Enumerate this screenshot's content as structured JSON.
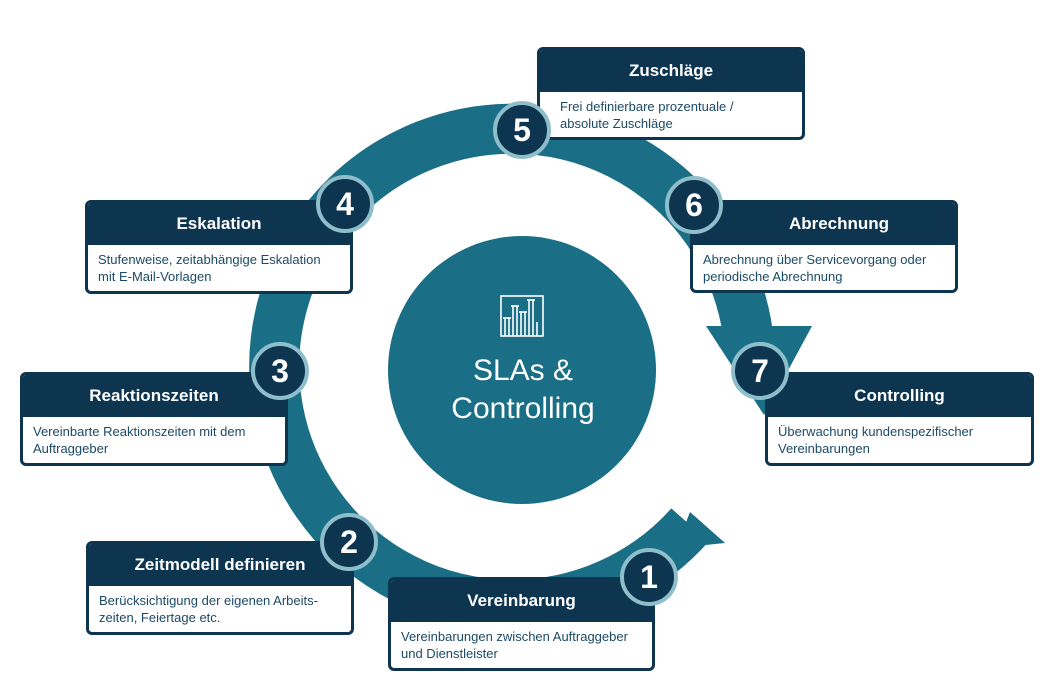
{
  "colors": {
    "ring": "#1a6e85",
    "navy": "#0d3550",
    "badge_border": "#8fbecb",
    "text": "#1b4a66"
  },
  "center": {
    "icon": "bar-chart-icon",
    "line1": "SLAs &",
    "line2": "Controlling"
  },
  "steps": [
    {
      "num": "1",
      "title": "Vereinbarung",
      "desc1": "Vereinbarungen zwischen Auftraggeber",
      "desc2": "und Dienstleister"
    },
    {
      "num": "2",
      "title": "Zeitmodell definieren",
      "desc1": "Berücksichtigung der eigenen Arbeits-",
      "desc2": "zeiten, Feiertage etc."
    },
    {
      "num": "3",
      "title": "Reaktionszeiten",
      "desc1": "Vereinbarte Reaktionszeiten mit dem",
      "desc2": "Auftraggeber"
    },
    {
      "num": "4",
      "title": "Eskalation",
      "desc1": "Stufenweise, zeitabhängige Eskalation",
      "desc2": "mit E-Mail-Vorlagen"
    },
    {
      "num": "5",
      "title": "Zuschläge",
      "desc1": "Frei definierbare prozentuale /",
      "desc2": "absolute Zuschläge"
    },
    {
      "num": "6",
      "title": "Abrechnung",
      "desc1": "Abrechnung über Servicevorgang oder",
      "desc2": "periodische Abrechnung"
    },
    {
      "num": "7",
      "title": "Controlling",
      "desc1": "Überwachung kundenspezifischer",
      "desc2": "Vereinbarungen"
    }
  ]
}
